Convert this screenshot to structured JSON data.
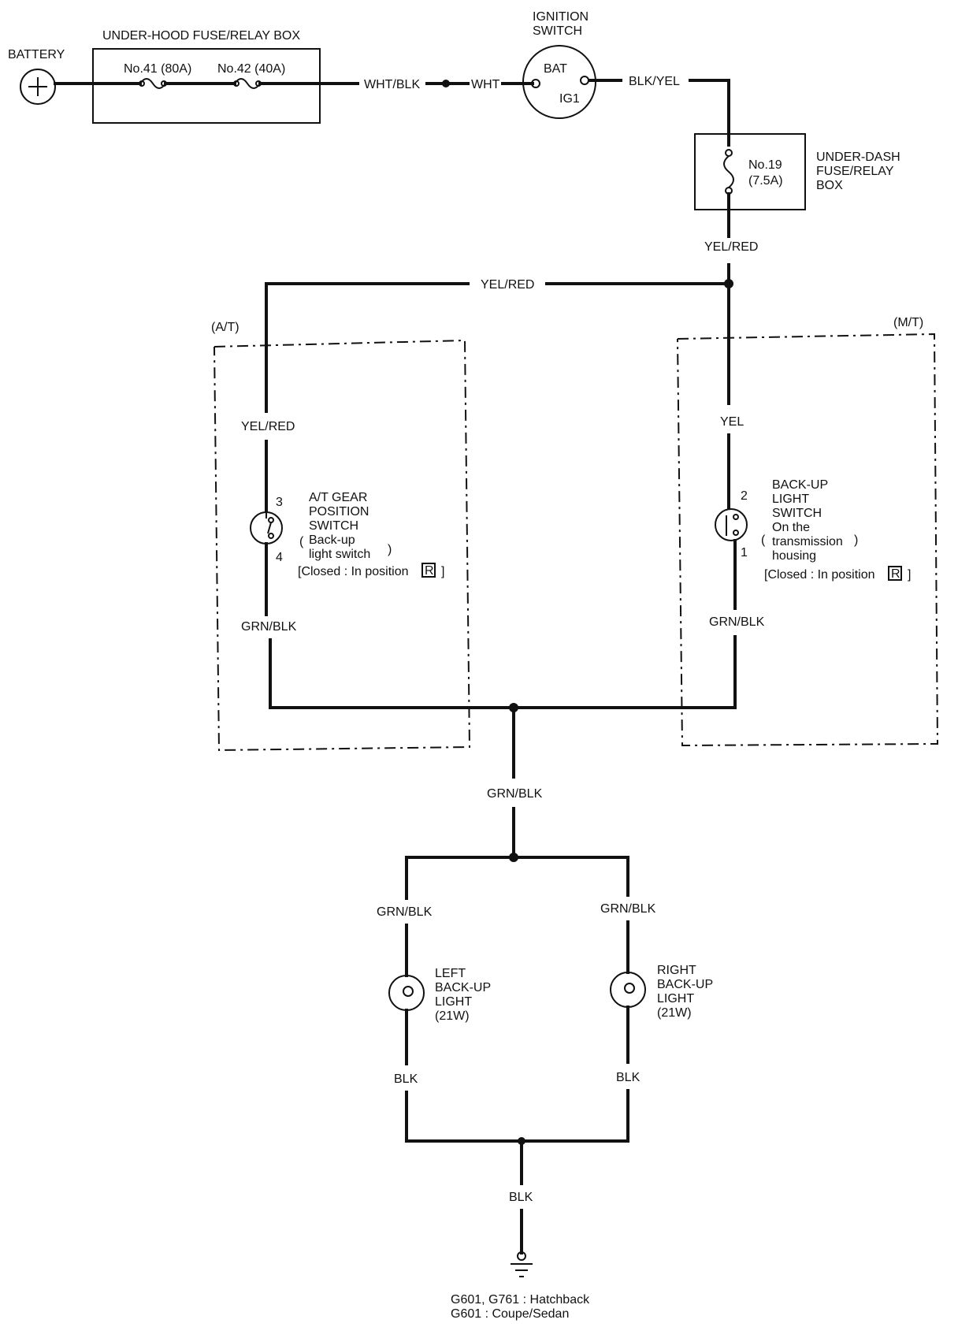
{
  "components": {
    "battery": "BATTERY",
    "underhood_box": "UNDER-HOOD FUSE/RELAY BOX",
    "fuse41": "No.41 (80A)",
    "fuse42": "No.42 (40A)",
    "ignition_line1": "IGNITION",
    "ignition_line2": "SWITCH",
    "ign_bat": "BAT",
    "ign_ig1": "IG1",
    "fuse19_line1": "No.19",
    "fuse19_line2": "(7.5A)",
    "underdash_line1": "UNDER-DASH",
    "underdash_line2": "FUSE/RELAY",
    "underdash_line3": "BOX",
    "at_tag": "(A/T)",
    "mt_tag": "(M/T)",
    "at_switch": [
      "A/T GEAR",
      "POSITION",
      "SWITCH",
      "Back-up",
      "light switch",
      "[Closed : In position",
      "R",
      "]"
    ],
    "at_pin_top": "3",
    "at_pin_bottom": "4",
    "mt_switch": [
      "BACK-UP",
      "LIGHT",
      "SWITCH",
      "On the",
      "transmission",
      "housing",
      "[Closed : In position",
      "R",
      "]"
    ],
    "mt_pin_top": "2",
    "mt_pin_bottom": "1",
    "left_light": [
      "LEFT",
      "BACK-UP",
      "LIGHT",
      "(21W)"
    ],
    "right_light": [
      "RIGHT",
      "BACK-UP",
      "LIGHT",
      "(21W)"
    ],
    "ground_line1": "G601, G761 : Hatchback",
    "ground_line2": "G601 : Coupe/Sedan"
  },
  "wires": {
    "wht_blk": "WHT/BLK",
    "wht": "WHT",
    "blk_yel": "BLK/YEL",
    "yel_red_1": "YEL/RED",
    "yel_red_top": "YEL/RED",
    "yel_red_at": "YEL/RED",
    "yel_mt": "YEL",
    "grn_blk_at": "GRN/BLK",
    "grn_blk_mt": "GRN/BLK",
    "grn_blk_trunk": "GRN/BLK",
    "grn_blk_left": "GRN/BLK",
    "grn_blk_right": "GRN/BLK",
    "blk_left": "BLK",
    "blk_right": "BLK",
    "blk_ground": "BLK"
  }
}
